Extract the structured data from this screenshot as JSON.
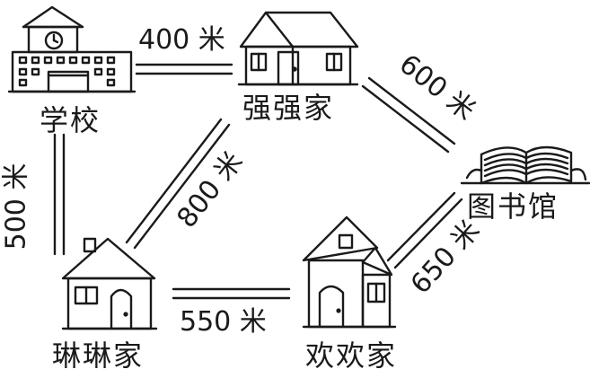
{
  "places": {
    "school": "学校",
    "qiangqiang_home": "强强家",
    "library": "图书馆",
    "linlin_home": "琳琳家",
    "huanhuan_home": "欢欢家"
  },
  "distances": {
    "school_qiangqiang": "400 米",
    "qiangqiang_library": "600 米",
    "school_linlin": "500 米",
    "linlin_qiangqiang": "800 米",
    "linlin_huanhuan": "550 米",
    "huanhuan_library": "650 米"
  },
  "colors": {
    "ink": "#1a1a1a"
  }
}
